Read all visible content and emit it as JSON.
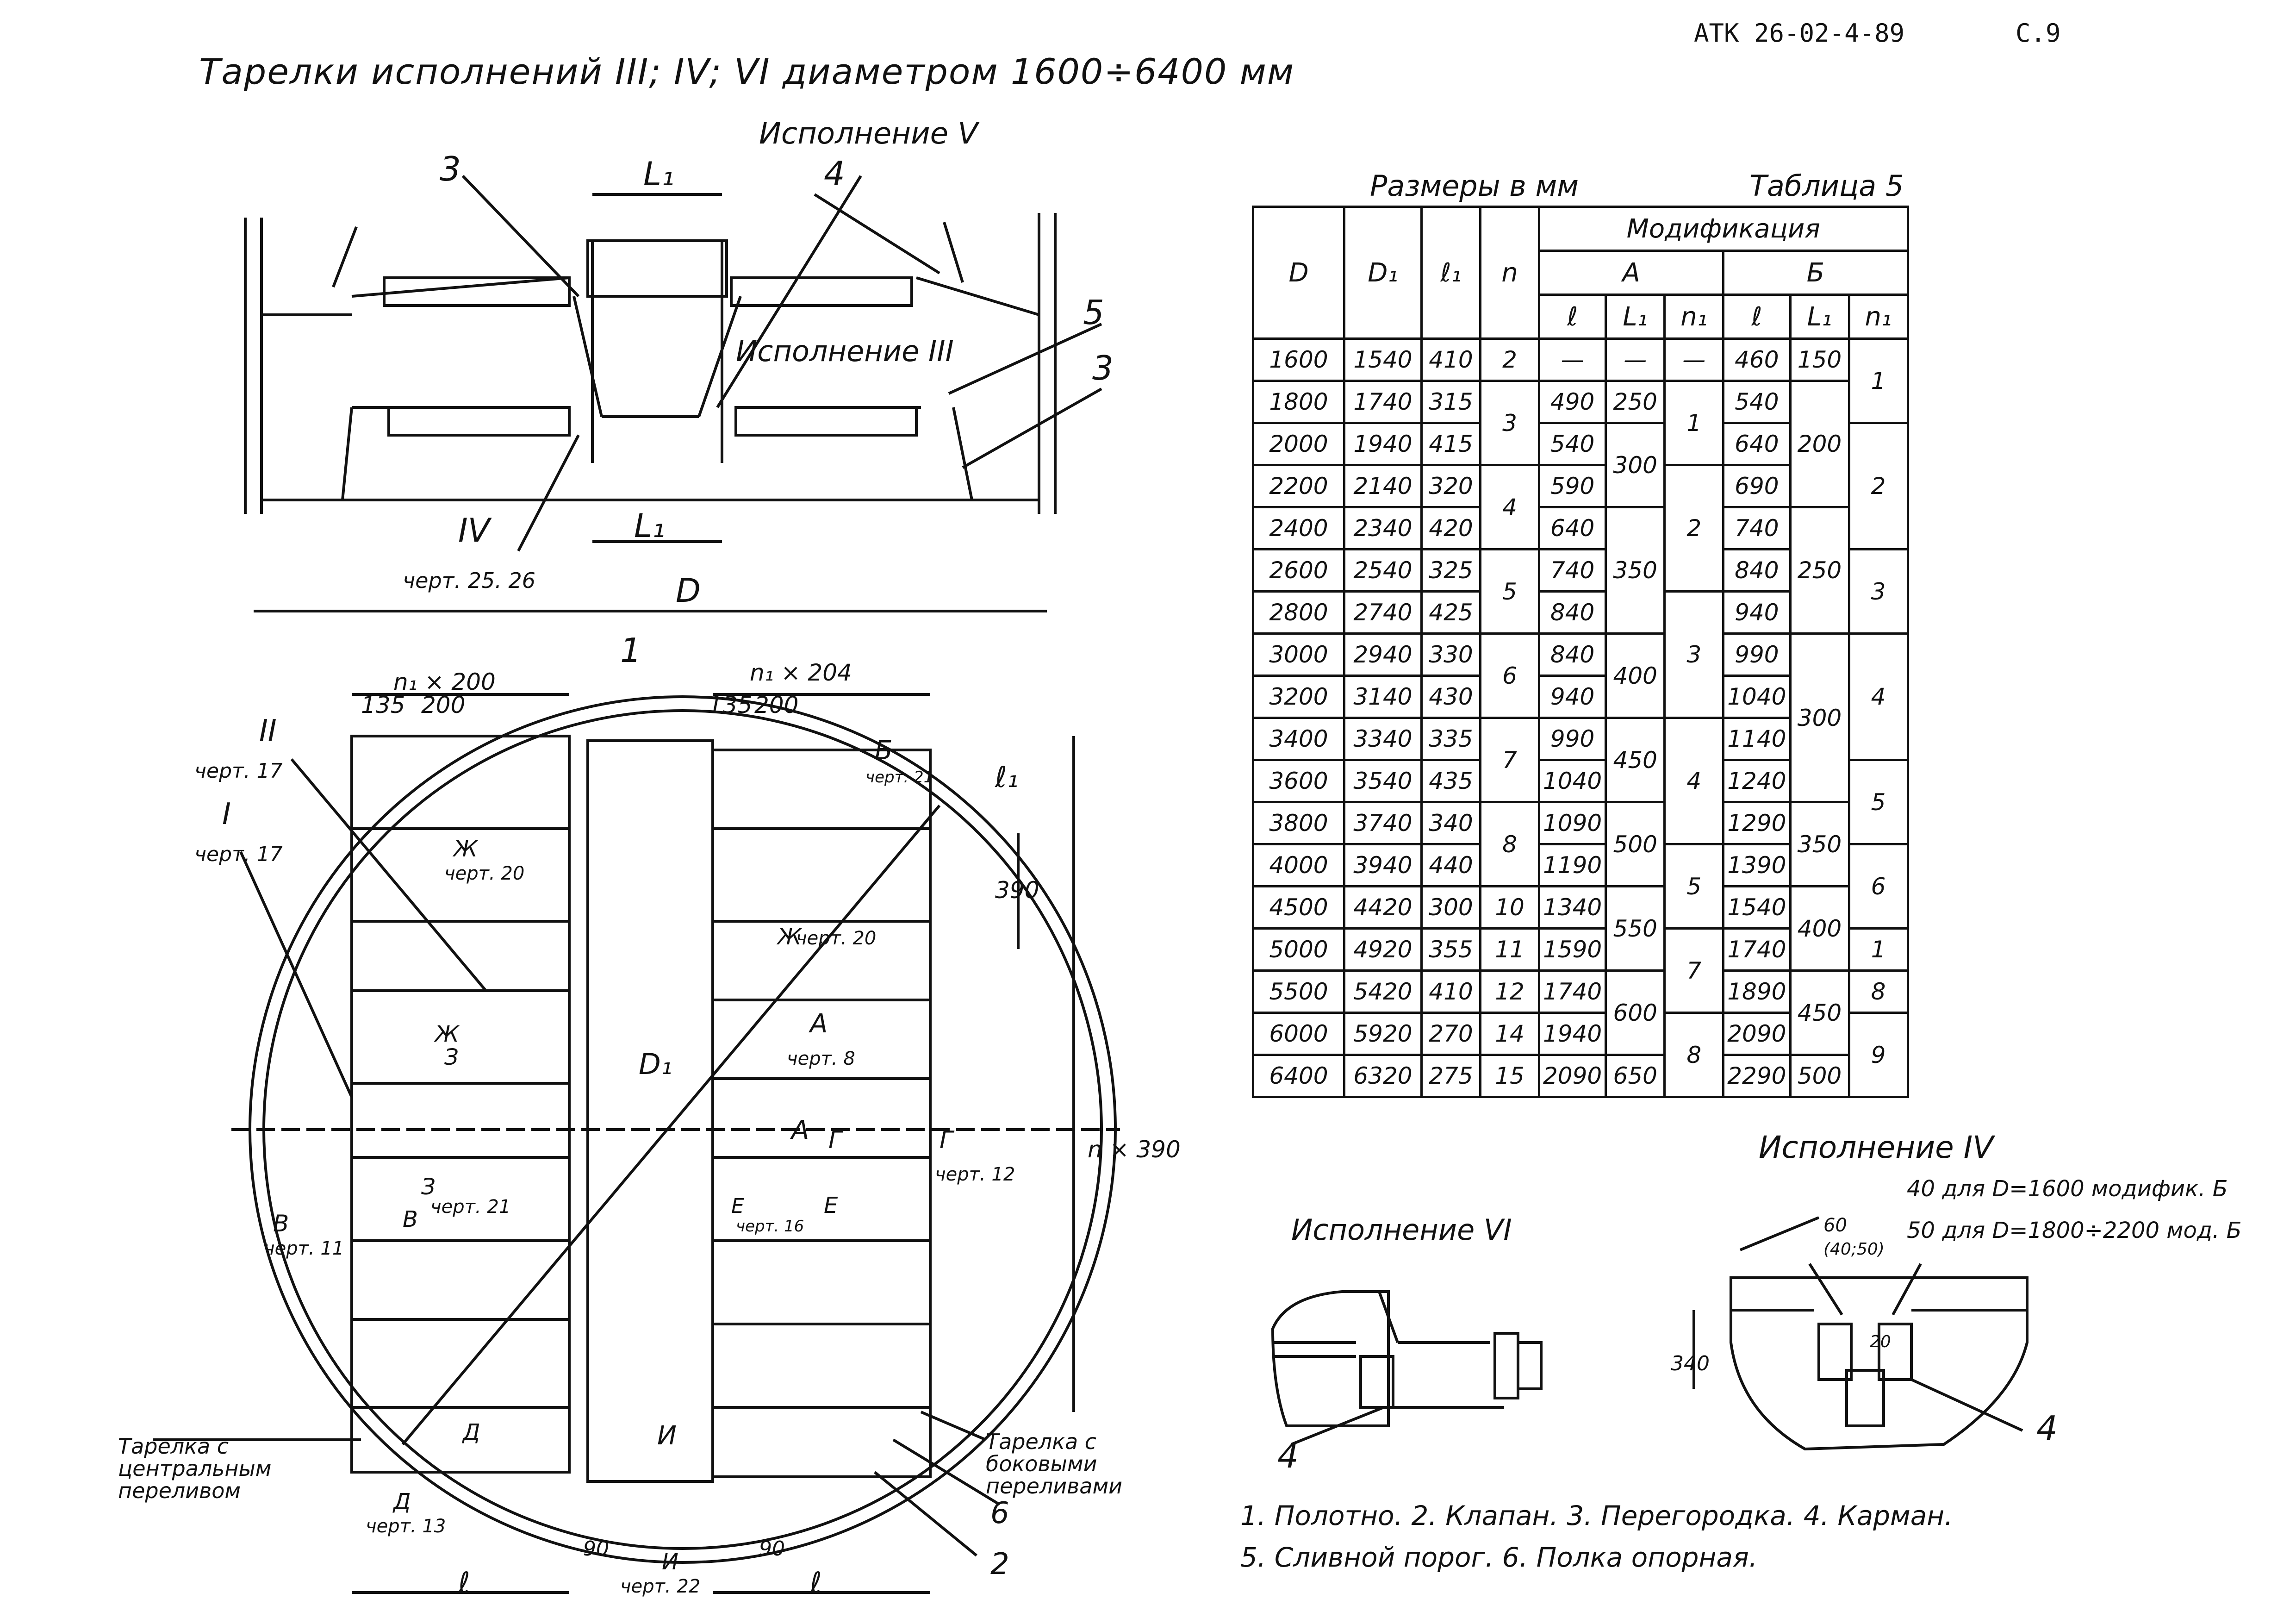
{
  "header": {
    "code": "АТК 26-02-4-89",
    "page": "С.9"
  },
  "title": "Тарелки исполнений III; IV; VI диаметром 1600÷6400 мм",
  "top_view": {
    "exec_v": "Исполнение V",
    "exec_iii": "Исполнение III",
    "label_3a": "3",
    "label_4": "4",
    "label_5": "5",
    "label_3b": "3",
    "label_l1_top": "L₁",
    "label_l1_bottom": "L₁",
    "label_iv": "IV",
    "ref_iv": "черт. 25. 26",
    "label_d": "D"
  },
  "plan_view": {
    "n1x200": "n₁ × 200",
    "n1x204": "n₁ × 204",
    "d135_left": "135",
    "d200_left": "200",
    "d135_right": "135",
    "d200_right": "200",
    "label_1": "1",
    "label_ii": "II",
    "ref_ii": "черт. 17",
    "label_i": "I",
    "ref_i": "черт. 17",
    "label_b": "Б",
    "ref_b": "черт. 21",
    "label_l1": "ℓ₁",
    "d390": "390",
    "nx390": "n × 390",
    "zh_left": "Ж",
    "ref_zh_left": "черт. 20",
    "zh_right": "Ж",
    "ref_zh_right": "черт. 20",
    "zh_z": "Ж",
    "z_label": "З",
    "label_d1": "D₁",
    "a_label": "А",
    "ref_a": "черт. 8",
    "a_label2": "А",
    "g_label": "Г",
    "g_label2": "Г",
    "ref_g": "черт. 12",
    "z2": "З",
    "ref_z2": "черт. 21",
    "v_label": "В",
    "v_label2": "В",
    "ref_v": "черт. 11",
    "e_label": "Е",
    "ref_e": "черт. 16",
    "e_label2": "Е",
    "d_label": "Д",
    "d_label2": "Д",
    "ref_d": "черт. 13",
    "i_label": "И",
    "i_label2": "И",
    "ref_i22": "черт. 22",
    "d90_left": "90",
    "d90_right": "90",
    "l_left": "ℓ",
    "l_right": "ℓ",
    "label_6": "6",
    "label_2": "2",
    "central_tray": "Тарелка с центральным переливом",
    "side_tray": "Тарелка с боковыми переливами"
  },
  "table": {
    "caption_left": "Размеры в мм",
    "caption_right": "Таблица 5",
    "h_D": "D",
    "h_D1": "D₁",
    "h_l1": "ℓ₁",
    "h_n": "n",
    "h_mod": "Модификация",
    "h_A": "А",
    "h_B": "Б",
    "h_l": "ℓ",
    "h_L1": "L₁",
    "h_n1": "n₁",
    "D": [
      "1600",
      "1800",
      "2000",
      "2200",
      "2400",
      "2600",
      "2800",
      "3000",
      "3200",
      "3400",
      "3600",
      "3800",
      "4000",
      "4500",
      "5000",
      "5500",
      "6000",
      "6400"
    ],
    "D1": [
      "1540",
      "1740",
      "1940",
      "2140",
      "2340",
      "2540",
      "2740",
      "2940",
      "3140",
      "3340",
      "3540",
      "3740",
      "3940",
      "4420",
      "4920",
      "5420",
      "5920",
      "6320"
    ],
    "l1": [
      "410",
      "315",
      "415",
      "320",
      "420",
      "325",
      "425",
      "330",
      "430",
      "335",
      "435",
      "340",
      "440",
      "300",
      "355",
      "410",
      "270",
      "275"
    ],
    "n": [
      "2",
      "3",
      "4",
      "5",
      "6",
      "7",
      "8",
      "10",
      "11",
      "12",
      "14",
      "15"
    ],
    "A_l": [
      "—",
      "490",
      "540",
      "590",
      "640",
      "740",
      "840",
      "840",
      "940",
      "990",
      "1040",
      "1090",
      "1190",
      "1340",
      "1590",
      "1740",
      "1940",
      "2090"
    ],
    "A_L1": [
      "—",
      "250",
      "300",
      "350",
      "400",
      "450",
      "500",
      "550",
      "600",
      "650"
    ],
    "A_n1": [
      "—",
      "1",
      "2",
      "3",
      "4",
      "5",
      "7",
      "8"
    ],
    "B_l": [
      "460",
      "540",
      "640",
      "690",
      "740",
      "840",
      "940",
      "990",
      "1040",
      "1140",
      "1240",
      "1290",
      "1390",
      "1540",
      "1740",
      "1890",
      "2090",
      "2290"
    ],
    "B_L1": [
      "150",
      "200",
      "250",
      "300",
      "350",
      "400",
      "450",
      "500"
    ],
    "B_n1": [
      "1",
      "2",
      "3",
      "4",
      "5",
      "6",
      "1",
      "8",
      "9"
    ]
  },
  "exec_iv": {
    "title": "Исполнение IV",
    "note1": "40 для D=1600 модифик. Б",
    "note2": "50 для D=1800÷2200 мод. Б",
    "d60": "60",
    "d4050": "(40;50)",
    "d340": "340",
    "d20": "20",
    "label_4": "4"
  },
  "exec_vi": {
    "title": "Исполнение VI",
    "label_4": "4"
  },
  "legend": {
    "line1": "1. Полотно.   2. Клапан.   3. Перегородка.   4. Карман.",
    "line2": "5. Сливной порог.   6. Полка опорная."
  }
}
